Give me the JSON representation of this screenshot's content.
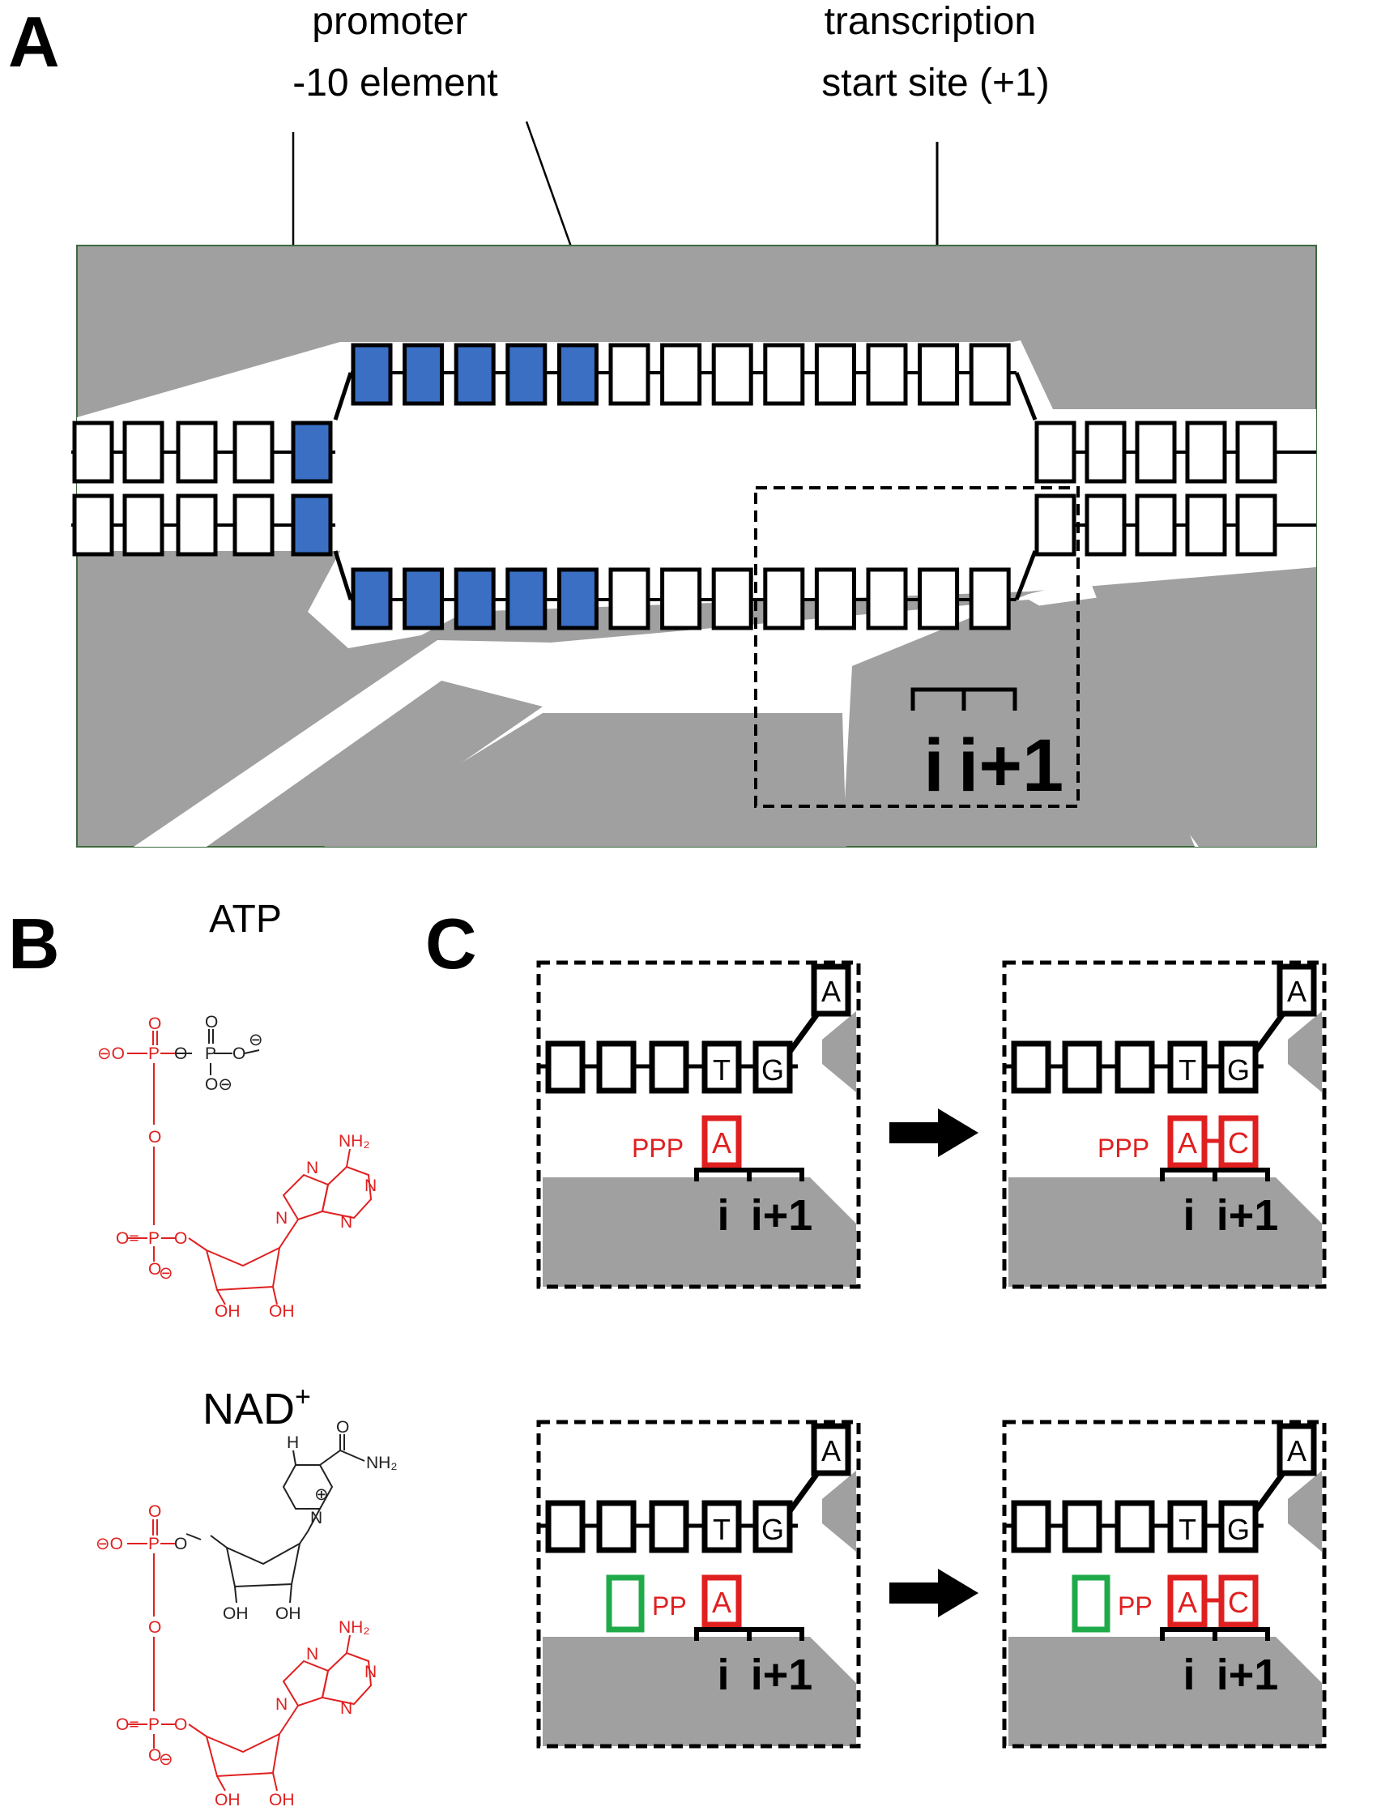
{
  "panels": {
    "a": "A",
    "b": "B",
    "c": "C"
  },
  "panel_a": {
    "label_promoter": [
      "promoter",
      "-10 element"
    ],
    "label_tss": [
      "transcription",
      "start site (+1)"
    ],
    "pos_i": "i",
    "pos_i1": "i+1"
  },
  "panel_b": {
    "atp": {
      "name": "ATP",
      "atoms": {
        "o_minus": "⊖O",
        "p": "P",
        "o": "O",
        "eq_o": "O=",
        "o_minus_suffix": "O⊖",
        "minus": "⊖",
        "nh2": "NH₂",
        "n": "N",
        "oh": "OH"
      }
    },
    "nad": {
      "name": "NAD",
      "charge": "+",
      "atoms": {
        "h": "H",
        "nh2": "NH₂",
        "n_plus": "N",
        "plus": "⊕",
        "o": "O",
        "oh": "OH",
        "n": "N",
        "p": "P",
        "o_minus": "⊖O",
        "eq_o": "O=",
        "minus": "⊖"
      }
    }
  },
  "panel_c": {
    "template_bases": [
      "T",
      "G"
    ],
    "top_base": "A",
    "atp_prefix": "PPP",
    "nad_prefix": "PP",
    "base_a": "A",
    "base_c": "C",
    "pos_i": "i",
    "pos_i1": "i+1"
  },
  "colors": {
    "promoter_blue": "#3a6fc4",
    "polymerase_gray": "#a0a0a0",
    "rna_red": "#e02020",
    "nmn_green": "#1faa4a"
  }
}
